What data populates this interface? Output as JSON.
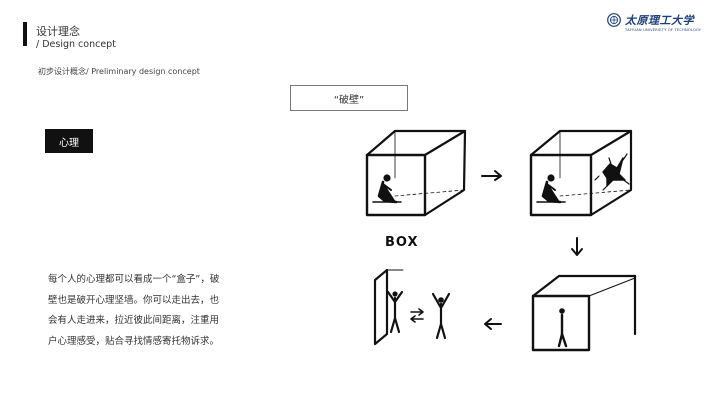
{
  "header": {
    "title_cn": "设计理念",
    "title_en": "/ Design concept"
  },
  "logo": {
    "name": "太原理工大学",
    "subtitle": "TAIYUAN UNIVERSITY OF TECHNOLOGY"
  },
  "section": {
    "subtitle": "初步设计概念/ Preliminary design concept"
  },
  "concept": {
    "label": "“破壁”"
  },
  "tag": {
    "label": "心理"
  },
  "body": {
    "lines": [
      "每个人的心理都可以看成一个“盒子”，破",
      "壁也是破开心理坚墙。你可以走出去，也",
      "会有人走进来，拉近彼此间距离，注重用",
      "户心理感受，贴合寻找情感寄托物诉求。"
    ]
  },
  "sketch": {
    "box_label": "BOX"
  }
}
